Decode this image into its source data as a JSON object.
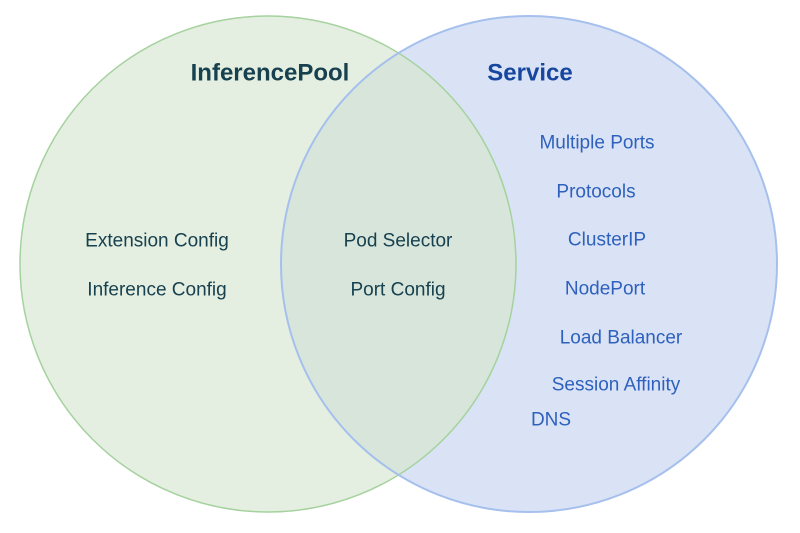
{
  "venn": {
    "type": "venn-diagram",
    "left": {
      "title": "InferencePool",
      "items": [
        "Extension Config",
        "Inference Config"
      ]
    },
    "overlap": {
      "items": [
        "Pod Selector",
        "Port Config"
      ]
    },
    "right": {
      "title": "Service",
      "items": [
        "Multiple Ports",
        "Protocols",
        "ClusterIP",
        "NodePort",
        "Load Balancer",
        "Session Affinity",
        "DNS"
      ]
    },
    "colors": {
      "left_fill": "#e5efe1",
      "left_stroke": "#a5d29e",
      "right_fill": "#dae3f5",
      "right_stroke": "#a6c0ee",
      "overlap_fill": "#d7e5db",
      "left_text": "#17414f",
      "right_item_text": "#2e61bd",
      "right_title_text": "#17469e"
    }
  }
}
